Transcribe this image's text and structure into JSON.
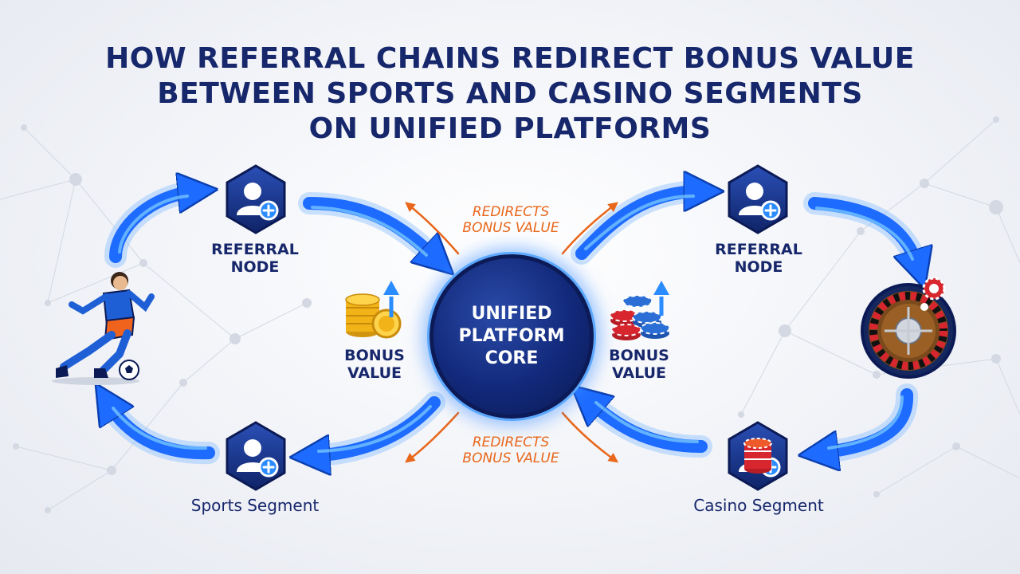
{
  "title": {
    "line1": "HOW REFERRAL CHAINS REDIRECT BONUS VALUE",
    "line2": "BETWEEN SPORTS AND CASINO SEGMENTS",
    "line3": "ON UNIFIED PLATFORMS"
  },
  "core": {
    "line1": "UNIFIED",
    "line2": "PLATFORM",
    "line3": "CORE"
  },
  "referral_left": {
    "line1": "REFERRAL",
    "line2": "NODE"
  },
  "referral_right": {
    "line1": "REFERRAL",
    "line2": "NODE"
  },
  "bonus_left": {
    "line1": "BONUS",
    "line2": "VALUE"
  },
  "bonus_right": {
    "line1": "BONUS",
    "line2": "VALUE"
  },
  "redirect_top": {
    "line1": "REDIRECTS",
    "line2": "BONUS VALUE"
  },
  "redirect_bottom": {
    "line1": "REDIRECTS",
    "line2": "BONUS VALUE"
  },
  "segments": {
    "sports": "Sports Segment",
    "casino": "Casino Segment"
  },
  "colors": {
    "navy": "#17276b",
    "flow_blue": "#1e6bff",
    "redirect_orange": "#e8671b",
    "gold": "#f2b318"
  },
  "icons": [
    "add-user-icon",
    "soccer-player-icon",
    "roulette-wheel-icon",
    "gold-coins-icon",
    "casino-chips-icon",
    "arrow-up-icon"
  ]
}
